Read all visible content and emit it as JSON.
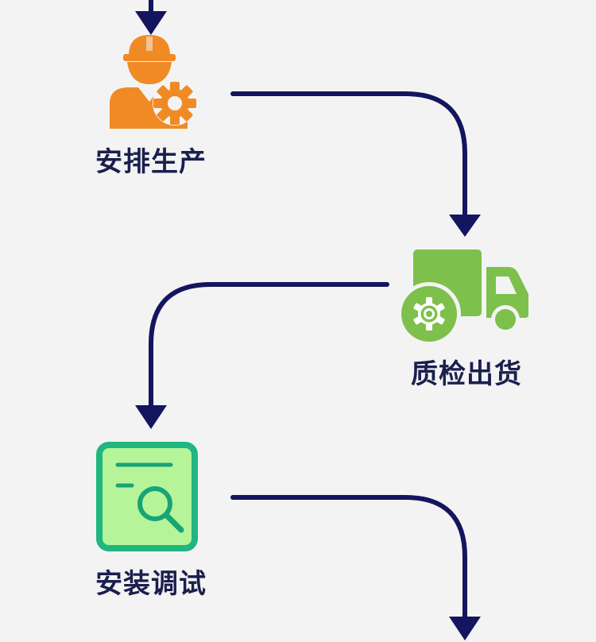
{
  "steps": [
    {
      "label": "安排生产",
      "icon": "worker-gear-icon"
    },
    {
      "label": "质检出货",
      "icon": "truck-gear-icon"
    },
    {
      "label": "安装调试",
      "icon": "inspection-search-icon"
    }
  ],
  "colors": {
    "background": "#f3f3f3",
    "connector": "#13155e",
    "label": "#1a1f4e",
    "worker_orange": "#f08a25",
    "truck_green": "#7dc04c",
    "panel_border": "#1fb67f",
    "panel_fill": "#b6f49a",
    "panel_ink": "#18a474"
  }
}
